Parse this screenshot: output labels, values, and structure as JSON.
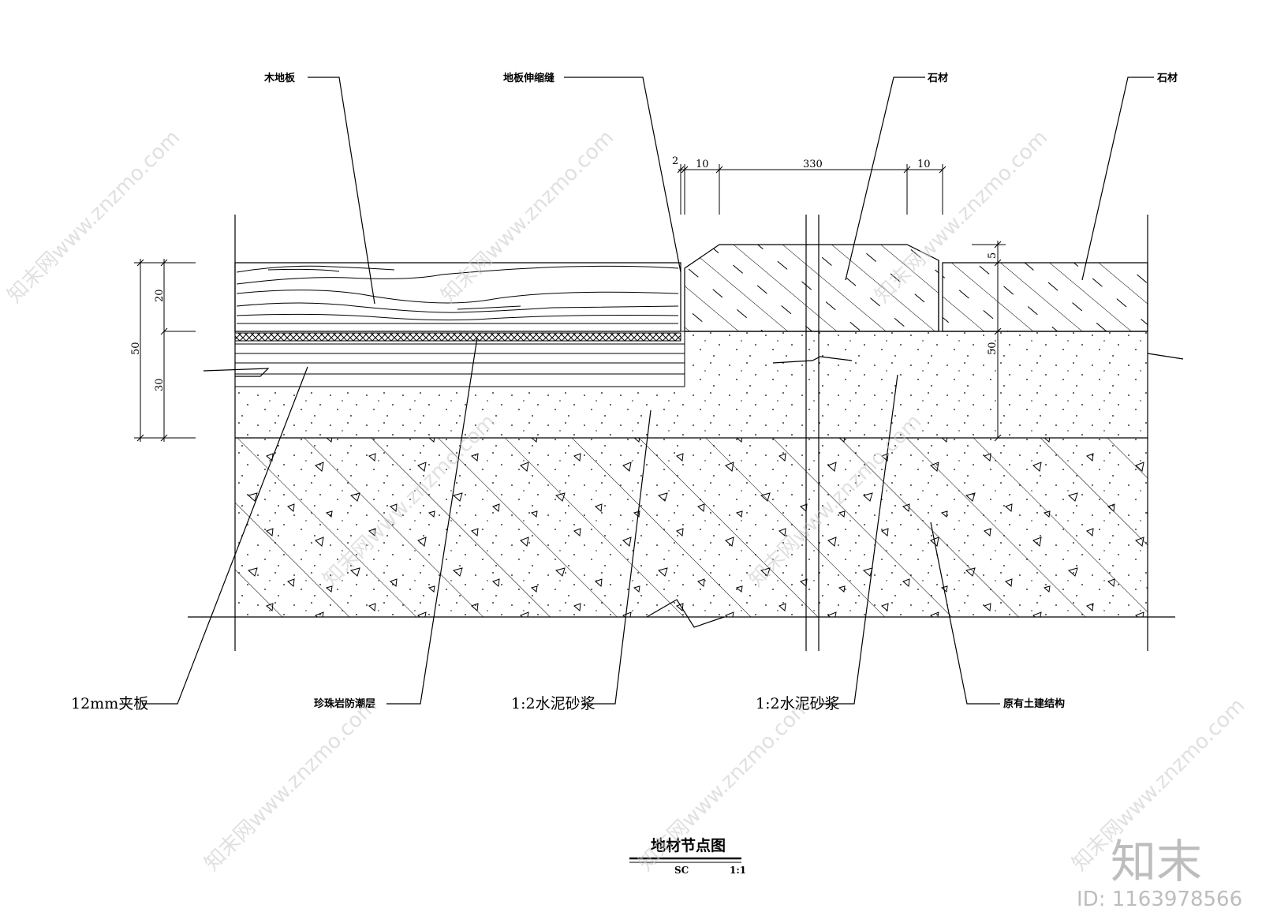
{
  "labels": {
    "wood_floor": "木地板",
    "expansion_joint": "地板伸缩缝",
    "stone_1": "石材",
    "stone_2": "石材",
    "plywood": "12mm夹板",
    "moisture_layer": "珍珠岩防潮层",
    "mortar_1": "1:2水泥砂浆",
    "mortar_2": "1:2水泥砂浆",
    "structure": "原有土建结构"
  },
  "dimensions": {
    "d2": "2",
    "d10a": "10",
    "d330": "330",
    "d10b": "10",
    "d20": "20",
    "d30": "30",
    "d50_left": "50",
    "d50_right": "50",
    "d5": "5"
  },
  "title_block": {
    "title": "地材节点图",
    "code": "SC",
    "scale": "1:1"
  },
  "watermark": {
    "text": "知末网www.znzmo.com",
    "brand": "知末",
    "id": "ID: 1163978566"
  },
  "colors": {
    "line": "#000000",
    "watermark": "#c8c8c8"
  }
}
